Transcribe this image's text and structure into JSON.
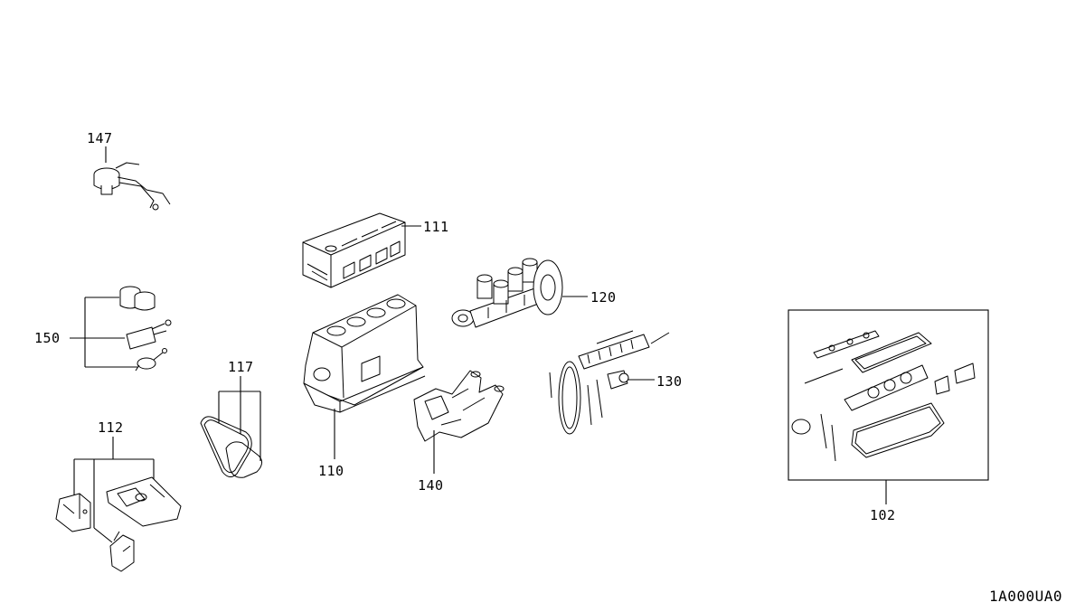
{
  "diagram_code": "1A000UA0",
  "parts": [
    {
      "label": "147"
    },
    {
      "label": "111"
    },
    {
      "label": "120"
    },
    {
      "label": "150"
    },
    {
      "label": "117"
    },
    {
      "label": "130"
    },
    {
      "label": "112"
    },
    {
      "label": "110"
    },
    {
      "label": "140"
    },
    {
      "label": "102"
    }
  ],
  "colors": {
    "line": "#000000",
    "background": "#ffffff"
  }
}
